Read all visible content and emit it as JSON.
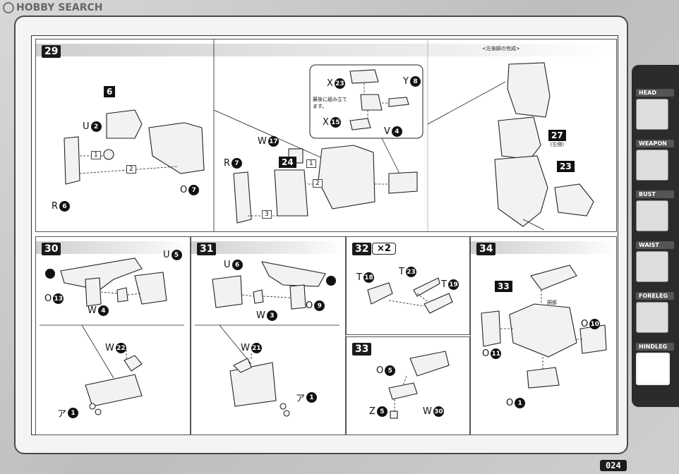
{
  "header": {
    "brand": "HOBBY SEARCH"
  },
  "page": {
    "number": "024"
  },
  "sidebar": {
    "tabs": [
      {
        "label": "HEAD",
        "active": false
      },
      {
        "label": "WEAPON",
        "active": false
      },
      {
        "label": "BUST",
        "active": false
      },
      {
        "label": "WAIST",
        "active": false
      },
      {
        "label": "FORELEG",
        "active": false
      },
      {
        "label": "HINDLEG",
        "active": true
      }
    ]
  },
  "steps": {
    "s29": {
      "no": "29",
      "callout_note": "最後に組み立てます。",
      "completed_caption": "<左後脚の完成>",
      "labels": {
        "p6": "6",
        "u2": "U",
        "u2n": "2",
        "r6": "R",
        "r6n": "6",
        "o7": "O",
        "o7n": "7",
        "seq1": "1",
        "seq2": "2",
        "w17": "W",
        "w17n": "17",
        "r7": "R",
        "r7n": "7",
        "p24": "24",
        "seq3": "3",
        "x23": "X",
        "x23n": "23",
        "y8": "Y",
        "y8n": "8",
        "x15": "X",
        "x15n": "15",
        "v4": "V",
        "v4n": "4",
        "p27": "27",
        "p27sub": "(左側)",
        "p23": "23",
        "seqA": "1",
        "seqB": "2"
      }
    },
    "s30": {
      "no": "30",
      "labels": {
        "u5": "U",
        "u5n": "5",
        "o13": "O",
        "o13n": "13",
        "w4": "W",
        "w4n": "4",
        "w22": "W",
        "w22n": "22",
        "a1": "ア",
        "a1n": "1"
      }
    },
    "s31": {
      "no": "31",
      "labels": {
        "u6": "U",
        "u6n": "6",
        "w3": "W",
        "w3n": "3",
        "o9": "O",
        "o9n": "9",
        "w21": "W",
        "w21n": "21",
        "a1": "ア",
        "a1n": "1"
      }
    },
    "s32": {
      "no": "32",
      "mult": "×2",
      "labels": {
        "t18": "T",
        "t18n": "18",
        "t23": "T",
        "t23n": "23",
        "t19": "T",
        "t19n": "19"
      }
    },
    "s33": {
      "no": "33",
      "labels": {
        "o5": "O",
        "o5n": "5",
        "z5": "Z",
        "z5n": "5",
        "w30": "W",
        "w30n": "30"
      }
    },
    "s34": {
      "no": "34",
      "labels": {
        "p33": "33",
        "body": "胴部",
        "o10": "O",
        "o10n": "10",
        "o11": "O",
        "o11n": "11",
        "o1": "O",
        "o1n": "1"
      }
    }
  }
}
